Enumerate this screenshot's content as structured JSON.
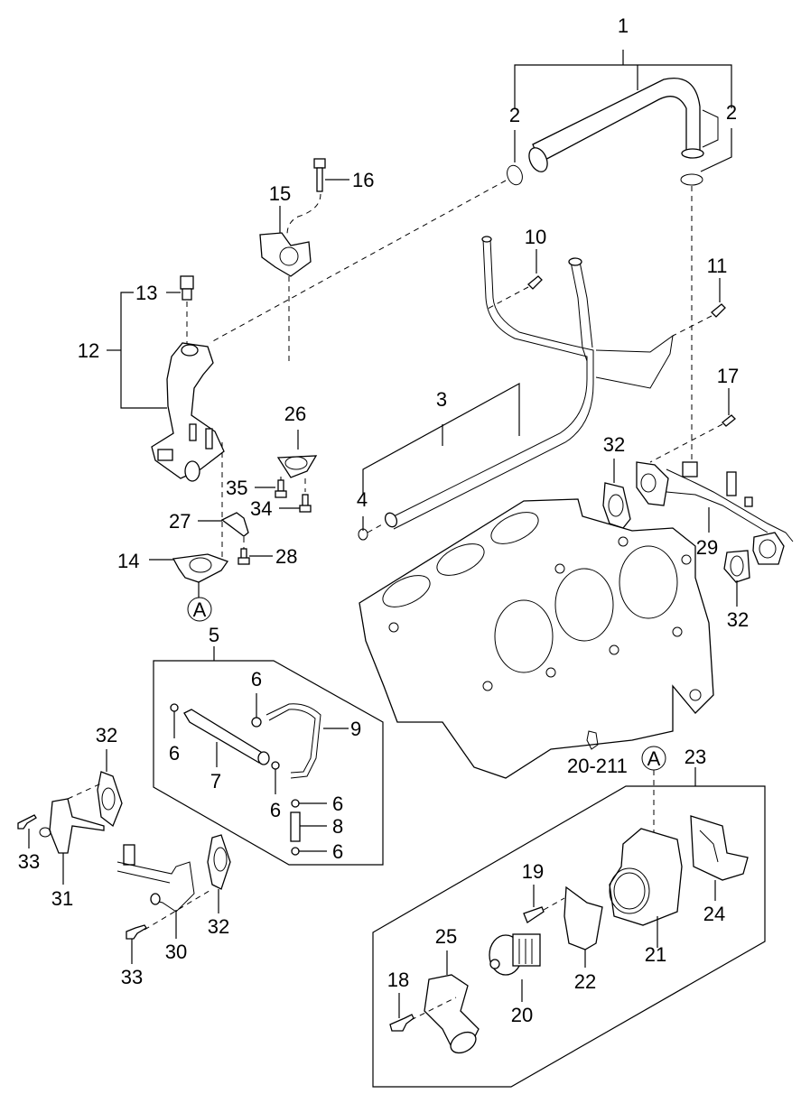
{
  "diagram": {
    "title": "Engine coolant pipe & thermostat housing exploded view",
    "reference_marker": "A",
    "callouts": {
      "c1": "1",
      "c2a": "2",
      "c2b": "2",
      "c3": "3",
      "c4": "4",
      "c5": "5",
      "c6a": "6",
      "c6b": "6",
      "c6c": "6",
      "c6d": "6",
      "c6e": "6",
      "c7": "7",
      "c8": "8",
      "c9": "9",
      "c10": "10",
      "c11": "11",
      "c12": "12",
      "c13": "13",
      "c14": "14",
      "c15": "15",
      "c16": "16",
      "c17": "17",
      "c18": "18",
      "c19": "19",
      "c20": "20",
      "c21": "21",
      "c22": "22",
      "c23": "23",
      "c24": "24",
      "c25": "25",
      "c26": "26",
      "c27": "27",
      "c28": "28",
      "c29": "29",
      "c30": "30",
      "c31": "31",
      "c32a": "32",
      "c32b": "32",
      "c32c": "32",
      "c32d": "32",
      "c33a": "33",
      "c33b": "33",
      "c34": "34",
      "c35": "35",
      "ref_block": "20-211",
      "markerA_top": "A",
      "markerA_bottom": "A"
    }
  }
}
